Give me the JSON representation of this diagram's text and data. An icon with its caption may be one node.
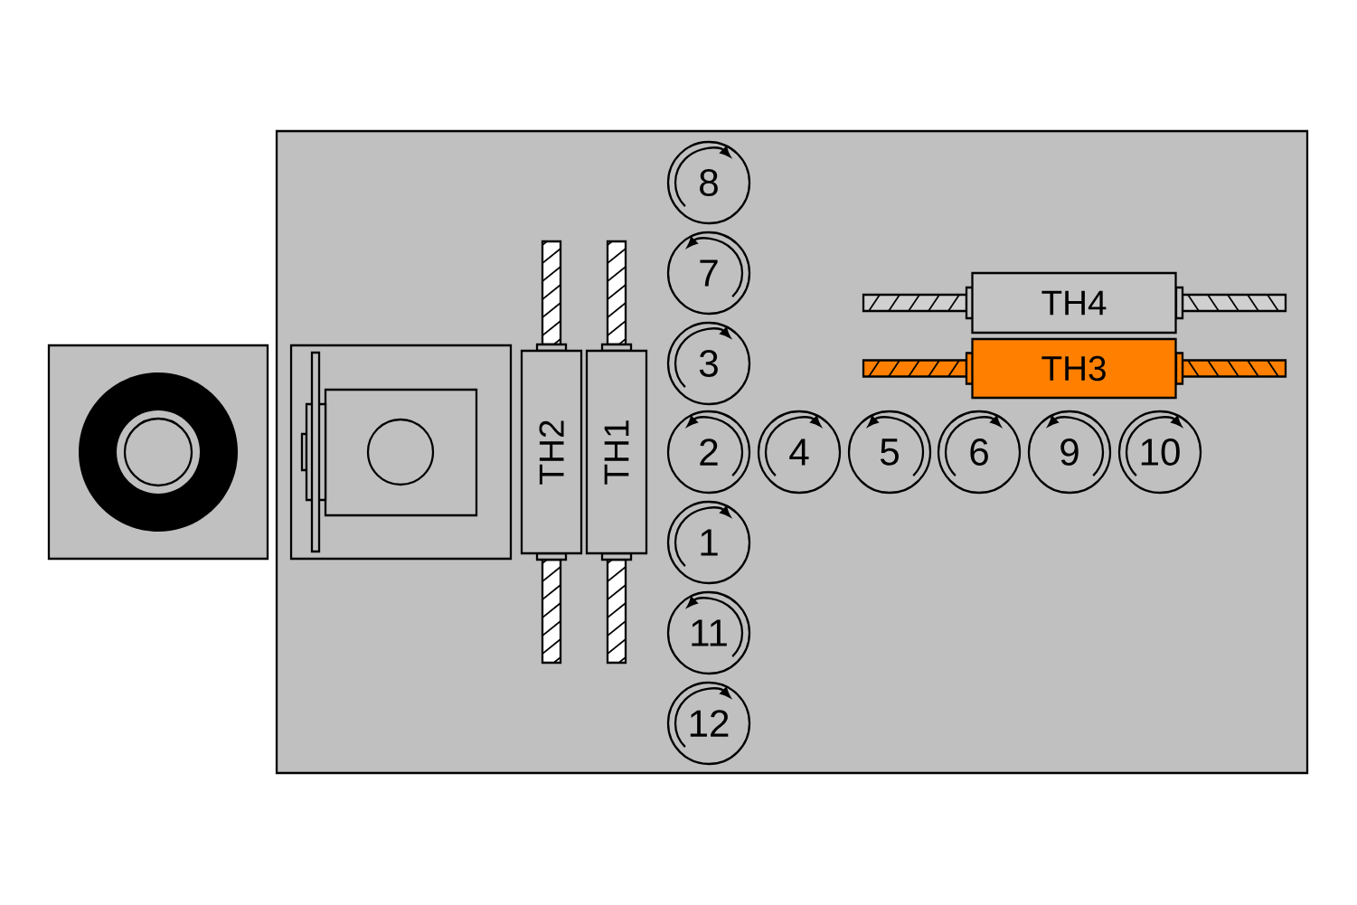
{
  "diagram": {
    "nodes": [
      {
        "text": [],
        "shape": "box"
      },
      {
        "text": [
          "8"
        ],
        "in": 0
      },
      {
        "text": [
          "7"
        ],
        "in": 0
      },
      {
        "text": [
          "TH4"
        ],
        "in": 0
      },
      {
        "text": [
          "3"
        ],
        "in": 0
      },
      {
        "text": [
          "TH3"
        ],
        "in": 0
      },
      {
        "text": [
          "TH2"
        ],
        "in": 0
      },
      {
        "text": [
          "TH1"
        ],
        "in": 0
      },
      {
        "text": [
          "2"
        ],
        "in": 0
      },
      {
        "text": [
          "4"
        ],
        "in": 0
      },
      {
        "text": [
          "5"
        ],
        "in": 0
      },
      {
        "text": [
          "6"
        ],
        "in": 0
      },
      {
        "text": [
          "9"
        ],
        "in": 0
      },
      {
        "text": [
          "10"
        ],
        "in": 0
      },
      {
        "text": [
          "1"
        ],
        "in": 0
      },
      {
        "text": [
          "11"
        ],
        "in": 0
      },
      {
        "text": [
          "12"
        ],
        "in": 0
      }
    ]
  }
}
